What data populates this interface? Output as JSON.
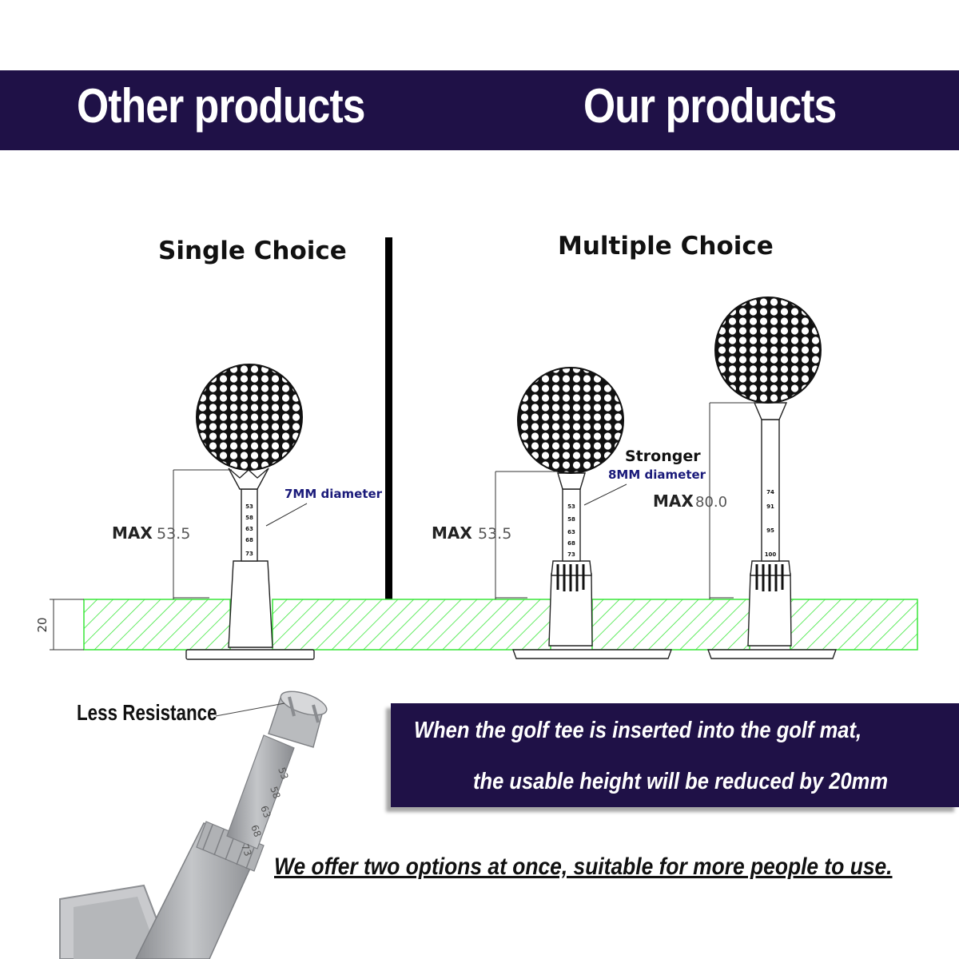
{
  "header": {
    "left": "Other products",
    "right": "Our  products"
  },
  "sections": {
    "single": "Single Choice",
    "multiple": "Multiple Choice"
  },
  "labels": {
    "max_left": "MAX",
    "max_left_value": "53.5",
    "max_mid": "MAX",
    "max_mid_value": "53.5",
    "max_right": "MAX",
    "max_right_value": "80.0",
    "dim_20": "20",
    "diameter_7": "7MM diameter",
    "stronger": "Stronger",
    "diameter_8": "8MM diameter",
    "scale_small": [
      "53",
      "58",
      "63",
      "68",
      "73"
    ],
    "scale_tall": [
      "74",
      "91",
      "95",
      "100"
    ],
    "less_resistance": "Less Resistance"
  },
  "note": {
    "line1": "When the golf tee is inserted into the golf mat,",
    "line2": "the usable height will be reduced by 20mm"
  },
  "bottom": "We offer two options at once, suitable for more people to use.",
  "colors": {
    "navy": "#1f1147",
    "green": "#39e639",
    "label_blue": "#1a1a7a",
    "tee_gray": "#a7a9ad"
  }
}
